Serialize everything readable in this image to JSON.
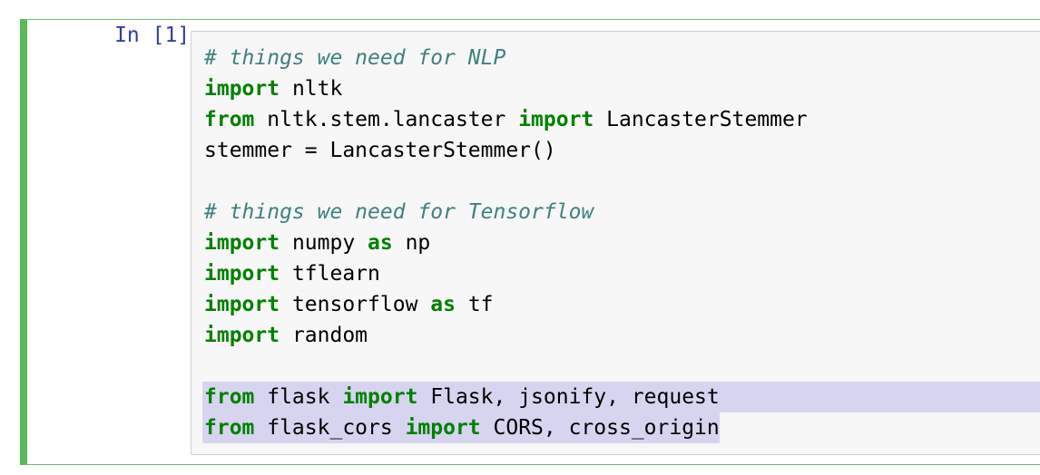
{
  "cell": {
    "prompt": "In [1]:"
  },
  "code": {
    "lines": [
      [
        {
          "t": "cm",
          "v": "# things we need for NLP"
        }
      ],
      [
        {
          "t": "kw",
          "v": "import"
        },
        {
          "t": "tx",
          "v": " nltk"
        }
      ],
      [
        {
          "t": "kw",
          "v": "from"
        },
        {
          "t": "tx",
          "v": " nltk.stem.lancaster "
        },
        {
          "t": "kw",
          "v": "import"
        },
        {
          "t": "tx",
          "v": " LancasterStemmer"
        }
      ],
      [
        {
          "t": "tx",
          "v": "stemmer = LancasterStemmer()"
        }
      ],
      [],
      [
        {
          "t": "cm",
          "v": "# things we need for Tensorflow"
        }
      ],
      [
        {
          "t": "kw",
          "v": "import"
        },
        {
          "t": "tx",
          "v": " numpy "
        },
        {
          "t": "kw",
          "v": "as"
        },
        {
          "t": "tx",
          "v": " np"
        }
      ],
      [
        {
          "t": "kw",
          "v": "import"
        },
        {
          "t": "tx",
          "v": " tflearn"
        }
      ],
      [
        {
          "t": "kw",
          "v": "import"
        },
        {
          "t": "tx",
          "v": " tensorflow "
        },
        {
          "t": "kw",
          "v": "as"
        },
        {
          "t": "tx",
          "v": " tf"
        }
      ],
      [
        {
          "t": "kw",
          "v": "import"
        },
        {
          "t": "tx",
          "v": " random"
        }
      ],
      [],
      [
        {
          "t": "kw",
          "v": "from"
        },
        {
          "t": "tx",
          "v": " flask "
        },
        {
          "t": "kw",
          "v": "import"
        },
        {
          "t": "tx",
          "v": " Flask, jsonify, request"
        }
      ],
      [
        {
          "t": "kw",
          "v": "from"
        },
        {
          "t": "tx",
          "v": " flask_cors "
        },
        {
          "t": "kw",
          "v": "import"
        },
        {
          "t": "tx",
          "v": " CORS, cross_origin"
        }
      ]
    ],
    "selected_lines": [
      11,
      12
    ],
    "partial_selected_lines": [
      12
    ]
  },
  "colors": {
    "prompt": "#303f9f",
    "keyword": "#008000",
    "comment": "#408080",
    "selection": "#d7d4f0",
    "cell_border": "#5cb85c",
    "editor_background": "#f7f7f7"
  }
}
